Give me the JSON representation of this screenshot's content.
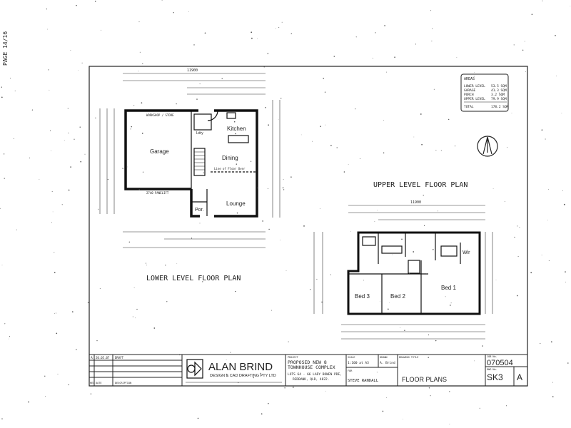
{
  "side_label": "PAGE 14/16",
  "areas": {
    "title": "AREAS",
    "rows": [
      {
        "label": "LOWER LEVEL",
        "value": "53.5 SQM"
      },
      {
        "label": "GARAGE",
        "value": "41.3 SQM"
      },
      {
        "label": "PORCH",
        "value": "3.2 SQM"
      },
      {
        "label": "UPPER LEVEL",
        "value": "79.9 SQM"
      }
    ],
    "total_label": "TOTAL",
    "total_value": "178.2 SQM"
  },
  "lower_plan": {
    "title": "LOWER LEVEL FLOOR PLAN",
    "rooms": {
      "garage": "Garage",
      "kitchen": "Kitchen",
      "dining": "Dining",
      "lounge": "Lounge",
      "porch": "Por.",
      "laundry": "Ldry"
    },
    "notes": {
      "store": "WORKSHOP / STORE",
      "door": "2740 PANELIFT",
      "floor_over": "Line of Floor Over"
    },
    "overall_dim": "11900"
  },
  "upper_plan": {
    "title": "UPPER LEVEL FLOOR PLAN",
    "rooms": {
      "bed1": "Bed 1",
      "bed2": "Bed 2",
      "bed3": "Bed 3",
      "wir": "Wir"
    },
    "overall_dim": "11900"
  },
  "title_block": {
    "revision": "A",
    "revision_date": "20.05.07",
    "revision_desc": "DRAFT",
    "rev_header": "REV",
    "date_header": "DATE",
    "desc_header": "DESCRIPTION",
    "company": "ALAN BRIND",
    "company_sub": "DESIGN & CAD DRAFTING PTY LTD",
    "project_label": "PROJECT",
    "project_line1": "PROPOSED NEW 8",
    "project_line2": "TOWNHOUSE COMPLEX",
    "project_address1": "LOTS 64 - 66 LADY BOWEN PDE,",
    "project_address2": "REDBANK, QLD, 4822.",
    "scale_label": "SCALE",
    "scale": "1:100 at A3",
    "drawn_label": "DRAWN",
    "drawn": "A. Brind",
    "client_label": "FOR",
    "client": "STEVE RANDALL",
    "drawing_title_label": "DRAWING TITLE",
    "drawing_title": "FLOOR PLANS",
    "job_label": "JOB No.",
    "job_no": "070504",
    "sheet_label": "DWG No.",
    "sheet_no": "SK3",
    "sheet_rev": "A"
  }
}
